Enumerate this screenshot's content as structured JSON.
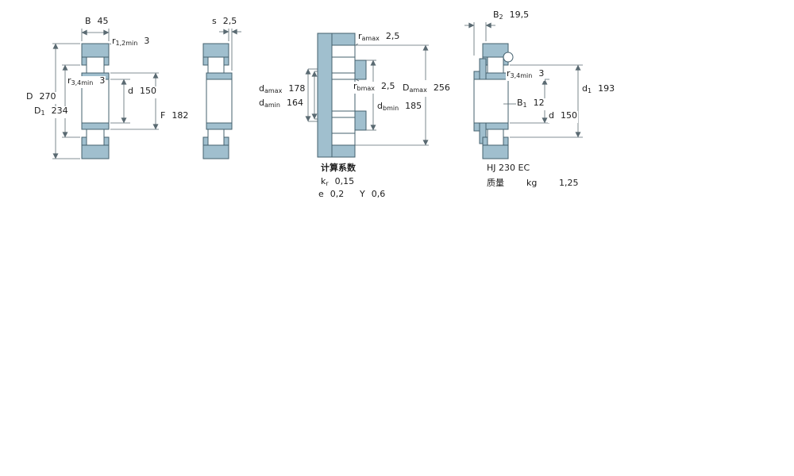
{
  "colors": {
    "part_fill": "#a0bfce",
    "line": "#44606e",
    "dim_line": "#5a6a72",
    "background": "#ffffff"
  },
  "figures": {
    "fig1": {
      "description": "bearing-cross-section",
      "dims": {
        "B": {
          "base": "B",
          "sub": "",
          "value": "45"
        },
        "r12": {
          "base": "r",
          "sub": "1,2min",
          "value": "3"
        },
        "r34": {
          "base": "r",
          "sub": "3,4min",
          "value": "3"
        },
        "d": {
          "base": "d",
          "sub": "",
          "value": "150"
        },
        "D": {
          "base": "D",
          "sub": "",
          "value": "270"
        },
        "D1": {
          "base": "D",
          "sub": "1",
          "value": "234"
        },
        "F": {
          "base": "F",
          "sub": "",
          "value": "182"
        }
      }
    },
    "fig2": {
      "description": "axial-displacement-section",
      "dims": {
        "s": {
          "base": "s",
          "sub": "",
          "value": "2,5"
        }
      }
    },
    "fig3": {
      "description": "abutment-mounting-section",
      "dims": {
        "ramax": {
          "base": "r",
          "sub": "amax",
          "value": "2,5"
        },
        "rbmax": {
          "base": "r",
          "sub": "bmax",
          "value": "2,5"
        },
        "damax": {
          "base": "d",
          "sub": "amax",
          "value": "178"
        },
        "damin": {
          "base": "d",
          "sub": "amin",
          "value": "164"
        },
        "dbmin": {
          "base": "d",
          "sub": "bmin",
          "value": "185"
        },
        "Damax": {
          "base": "D",
          "sub": "amax",
          "value": "256"
        }
      },
      "calc": {
        "heading": "计算系数",
        "kr": {
          "base": "k",
          "sub": "r",
          "value": "0,15"
        },
        "e": {
          "base": "e",
          "sub": "",
          "value": "0,2"
        },
        "Y": {
          "base": "Y",
          "sub": "",
          "value": "0,6"
        }
      }
    },
    "fig4": {
      "description": "bearing-with-angle-ring-section",
      "dims": {
        "B2": {
          "base": "B",
          "sub": "2",
          "value": "19,5"
        },
        "r34": {
          "base": "r",
          "sub": "3,4min",
          "value": "3"
        },
        "B1": {
          "base": "B",
          "sub": "1",
          "value": "12"
        },
        "d": {
          "base": "d",
          "sub": "",
          "value": "150"
        },
        "d1": {
          "base": "d",
          "sub": "1",
          "value": "193"
        }
      },
      "designation": "HJ 230 EC",
      "mass": {
        "label": "质量",
        "unit": "kg",
        "value": "1,25"
      }
    }
  }
}
